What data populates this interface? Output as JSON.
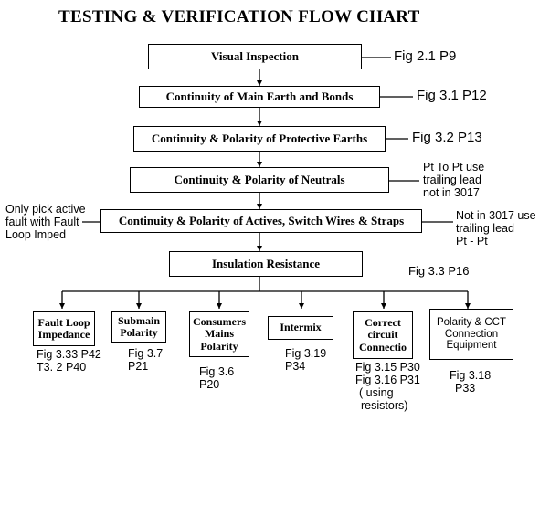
{
  "title": "TESTING  & VERIFICATION FLOW CHART",
  "steps": [
    {
      "label": "Visual Inspection",
      "ref": "Fig 2.1 P9"
    },
    {
      "label": "Continuity of Main Earth and Bonds",
      "ref": "Fig 3.1 P12"
    },
    {
      "label": "Continuity & Polarity of Protective Earths",
      "ref": "Fig 3.2 P13"
    },
    {
      "label": "Continuity & Polarity of Neutrals",
      "ref_lines": [
        "Pt To Pt use",
        "trailing lead",
        "not in 3017"
      ]
    },
    {
      "label": "Continuity & Polarity of Actives, Switch Wires & Straps",
      "left_note_lines": [
        "Only pick active",
        "fault with Fault",
        "Loop Imped"
      ],
      "ref_lines": [
        "Not in 3017 use",
        "trailing lead",
        "Pt - Pt"
      ]
    },
    {
      "label": "Insulation Resistance",
      "ref": "Fig 3.3 P16"
    }
  ],
  "branches": [
    {
      "label_lines": [
        "Fault Loop",
        "Impedance"
      ],
      "ref_lines": [
        "Fig 3.33 P42",
        "T3. 2  P40"
      ]
    },
    {
      "label_lines": [
        "Submain",
        "Polarity"
      ],
      "ref_lines": [
        "Fig 3.7",
        "P21"
      ]
    },
    {
      "label_lines": [
        "Consumers",
        "Mains",
        "Polarity"
      ],
      "ref_lines": [
        "Fig 3.6",
        "P20"
      ]
    },
    {
      "label_lines": [
        "Intermix"
      ],
      "ref_lines": [
        "Fig 3.19",
        "P34"
      ]
    },
    {
      "label_lines": [
        "Correct",
        "circuit",
        "Connectio"
      ],
      "ref_lines": [
        "Fig 3.15 P30",
        "Fig 3.16 P31",
        "( using",
        "resistors)"
      ]
    },
    {
      "label_lines": [
        "Polarity & CCT",
        "Connection",
        "Equipment"
      ],
      "ref_lines": [
        "Fig 3.18",
        "P33"
      ]
    }
  ]
}
